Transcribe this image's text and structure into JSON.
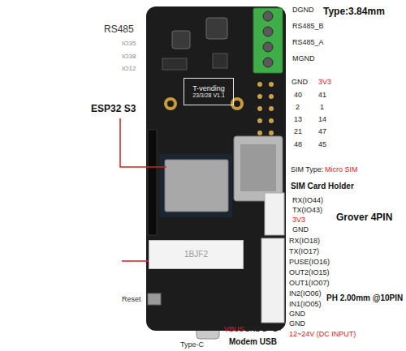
{
  "diagram": {
    "nodes": [
      {
        "text": [
          "T-vending",
          "23/3/28 V1.1"
        ]
      },
      {
        "text": [
          "1BJF2"
        ]
      }
    ],
    "labels": [
      "RS485",
      "IO35",
      "IO38",
      "IO12",
      "ESP32 S3",
      "DGND",
      "RS485_B",
      "RS485_A",
      "MGND",
      "Type:3.84mm",
      "GND",
      "3V3",
      "40",
      "41",
      "2",
      "1",
      "13",
      "14",
      "21",
      "47",
      "48",
      "45",
      "SIM Type:",
      "Micro SIM",
      "SIM Card Holder",
      "RX(IO44)",
      "TX(IO43)",
      "3V3",
      "GND",
      "Grover 4PIN",
      "RX(IO18)",
      "TX(IO17)",
      "PUSE(IO16)",
      "OUT2(IO15)",
      "OUT1(IO07)",
      "IN2(IO06)",
      "IN1(IO05)",
      "GND",
      "GND",
      "PH 2.00mm @10PIN",
      "12~24V (DC INPUT)",
      "Reset",
      "Type-C",
      "VBUS",
      "GND",
      "D-",
      "D+",
      "Modem USB"
    ]
  }
}
